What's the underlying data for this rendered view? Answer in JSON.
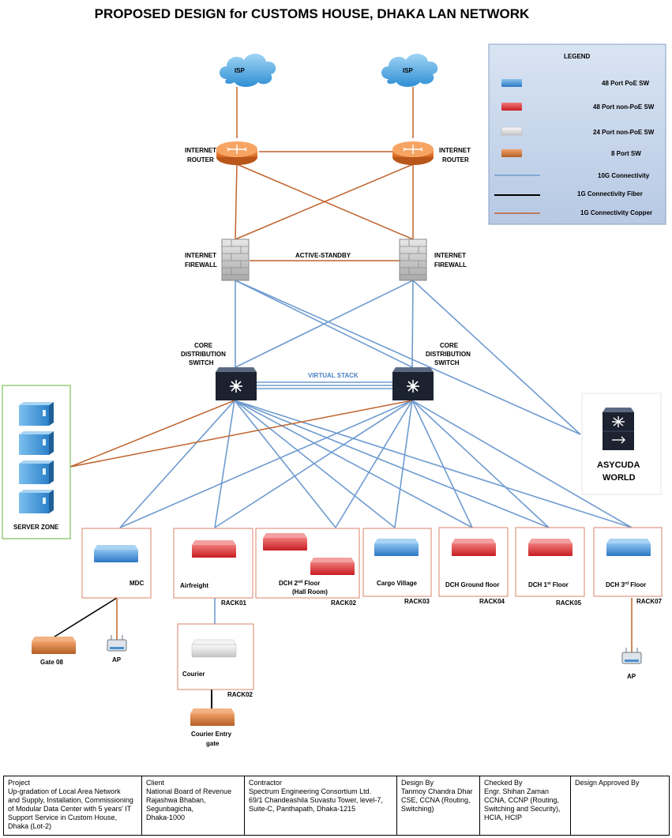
{
  "title": "PROPOSED DESIGN for CUSTOMS HOUSE, DHAKA LAN NETWORK",
  "colors": {
    "link_10g": "#6e9bd0",
    "link_fiber": "#000000",
    "link_copper": "#c0622b",
    "rack_border": "#d8836a",
    "server_zone_border": "#7fbf5a",
    "legend_bg": "#c9d7ec",
    "poe_switch": "#3c8bd4",
    "nonpoe48_switch": "#d6282c",
    "port24_switch": "#d8d8d8",
    "port8_switch": "#c7743a"
  },
  "legend": {
    "title": "LEGEND",
    "items": [
      {
        "label": "48 Port PoE SW",
        "icon": "switch-48-poe-icon"
      },
      {
        "label": "48 Port non-PoE SW",
        "icon": "switch-48-nonpoe-icon"
      },
      {
        "label": "24 Port non-PoE SW",
        "icon": "switch-24-nonpoe-icon"
      },
      {
        "label": "8 Port SW",
        "icon": "switch-8-port-icon"
      },
      {
        "label": "10G Connectivity",
        "icon": "line-10g"
      },
      {
        "label": "1G Connectivity Fiber",
        "icon": "line-1g-fiber"
      },
      {
        "label": "1G Connectivity Copper",
        "icon": "line-1g-copper"
      }
    ]
  },
  "isp": {
    "left": "ISP",
    "right": "ISP"
  },
  "routers": {
    "left_line1": "INTERNET",
    "left_line2": "ROUTER",
    "right_line1": "INTERNET",
    "right_line2": "ROUTER"
  },
  "firewalls": {
    "left_line1": "INTERNET",
    "left_line2": "FIREWALL",
    "right_line1": "INTERNET",
    "right_line2": "FIREWALL",
    "link_label": "ACTIVE-STANDBY"
  },
  "core": {
    "line1": "CORE",
    "line2": "DISTRIBUTION",
    "line3": "SWITCH",
    "stack_label": "VIRTUAL STACK"
  },
  "server_zone": {
    "label": "SERVER ZONE"
  },
  "asycuda": {
    "line1": "ASYCUDA",
    "line2": "WORLD"
  },
  "racks": {
    "mdc": {
      "name": "MDC"
    },
    "airfreight": {
      "name": "Airfreight",
      "rack": "RACK01"
    },
    "dch2": {
      "name_pre": "DCH 2",
      "sup": "nd",
      "name_post": " Floor",
      "sub": "(Hall Room)",
      "rack": "RACK02"
    },
    "cargo": {
      "name": "Cargo Village",
      "rack": "RACK03"
    },
    "dchg": {
      "name": "DCH Ground floor",
      "rack": "RACK04"
    },
    "dch1": {
      "name_pre": "DCH 1",
      "sup": "st",
      "name_post": " Floor",
      "rack": "RACK05"
    },
    "dch3": {
      "name_pre": "DCH 3",
      "sup": "rd",
      "name_post": " Floor",
      "rack": "RACK07"
    },
    "courier": {
      "name": "Courier",
      "rack": "RACK02"
    }
  },
  "endpoints": {
    "gate08": "Gate 08",
    "ap_mdc": "AP",
    "ap_dch3": "AP",
    "courier_gate_line1": "Courier Entry",
    "courier_gate_line2": "gate"
  },
  "title_block": {
    "project_head": "Project",
    "project": [
      "Up-gradation of Local Area Network",
      "and Supply, Installation, Commissioning",
      "of Modular Data Center with 5 years' IT",
      "Support Service in Custom House,",
      "Dhaka (Lot-2)"
    ],
    "client_head": "Client",
    "client": [
      "National Board of Revenue",
      "Rajashwa Bhaban,",
      "Segunbagicha,",
      "Dhaka-1000"
    ],
    "contractor_head": "Contractor",
    "contractor": [
      "Spectrum Engineering Consortium Ltd.",
      "69/1 Chandeashila Suvastu Tower, level-7,",
      "Suite-C, Panthapath, Dhaka-1215"
    ],
    "design_head": "Design By",
    "design": [
      "Tanmoy Chandra Dhar",
      "CSE, CCNA (Routing,",
      "Switching)"
    ],
    "checked_head": "Checked By",
    "checked": [
      "Engr. Shihan Zaman",
      "CCNA, CCNP (Routing,",
      "Switching and Security),",
      "HCIA, HCIP"
    ],
    "approved_head": "Design Approved By"
  }
}
